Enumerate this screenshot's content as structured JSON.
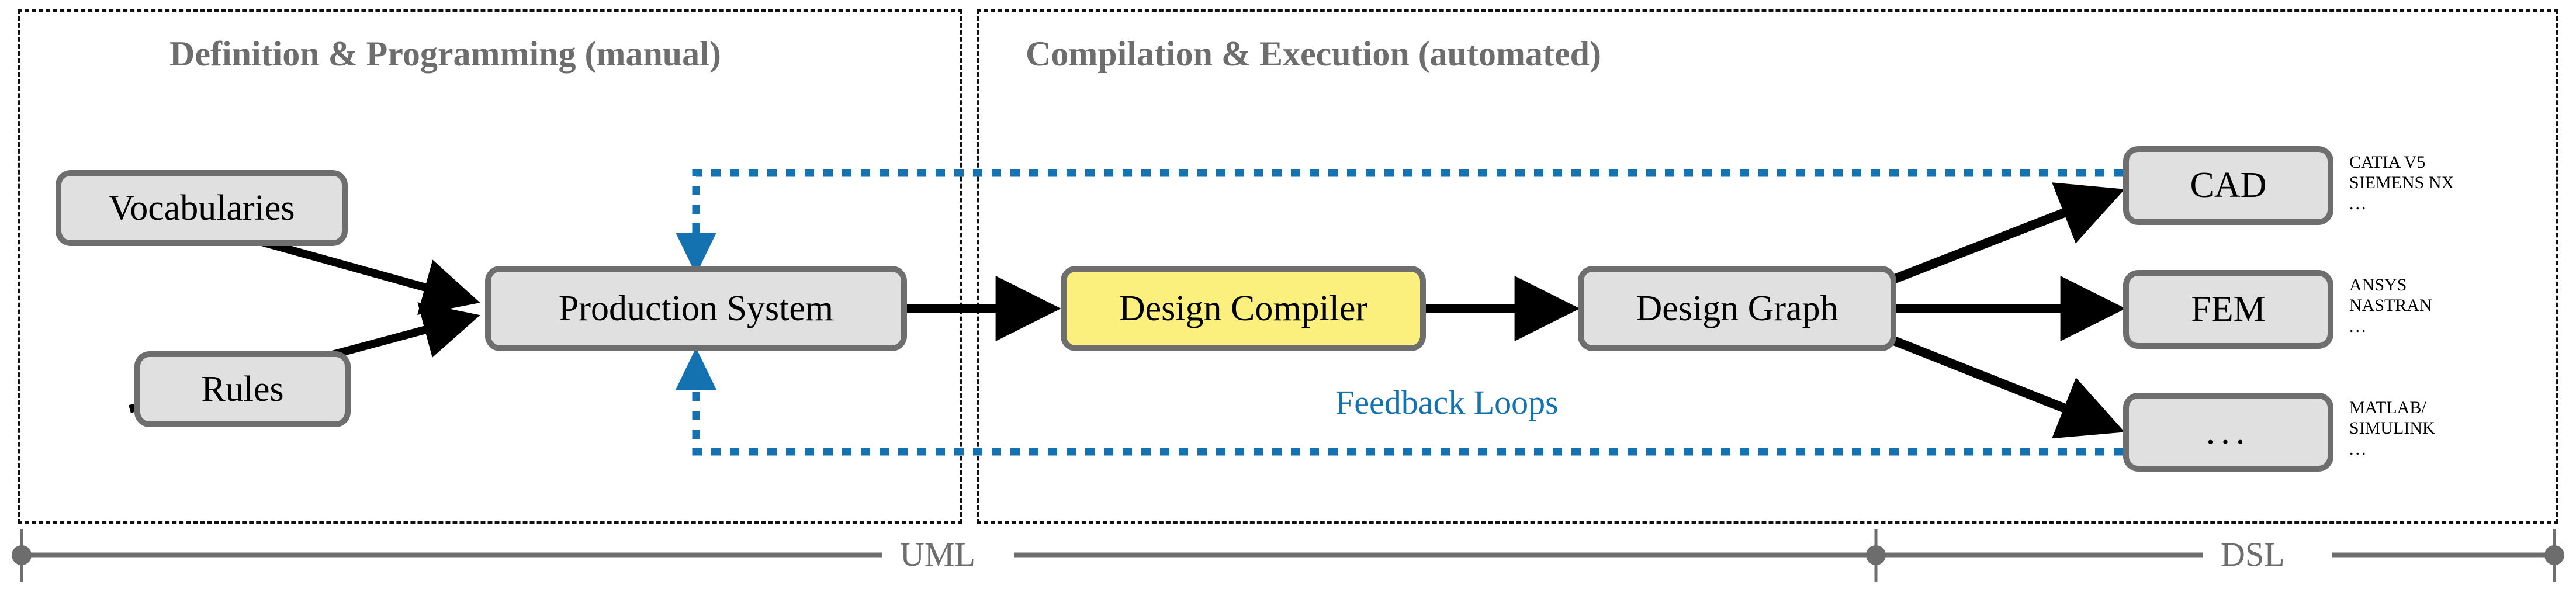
{
  "diagram": {
    "phases": [
      {
        "id": "definition",
        "title": "Definition & Programming (manual)"
      },
      {
        "id": "compilation",
        "title": "Compilation & Execution (automated)"
      }
    ],
    "nodes": [
      {
        "id": "vocabularies",
        "label": "Vocabularies"
      },
      {
        "id": "rules",
        "label": "Rules"
      },
      {
        "id": "production_system",
        "label": "Production System"
      },
      {
        "id": "design_compiler",
        "label": "Design Compiler"
      },
      {
        "id": "design_graph",
        "label": "Design Graph"
      },
      {
        "id": "cad",
        "label": "CAD"
      },
      {
        "id": "fem",
        "label": "FEM"
      },
      {
        "id": "other",
        "label": "..."
      }
    ],
    "annotations": [
      {
        "id": "cad-tools",
        "line1": "CATIA V5",
        "line2": "SIEMENS NX",
        "line3": "..."
      },
      {
        "id": "fem-tools",
        "line1": "ANSYS",
        "line2": "NASTRAN",
        "line3": "..."
      },
      {
        "id": "other-tools",
        "line1": "MATLAB/",
        "line2": "SIMULINK",
        "line3": "..."
      }
    ],
    "feedback_label": "Feedback Loops",
    "scale": {
      "left_label": "UML",
      "right_label": "DSL"
    },
    "colors": {
      "node_fill": "#e0e0e0",
      "node_fill_highlight": "#fbef7e",
      "node_border": "#6e6e6e",
      "phase_border": "#111111",
      "phase_title": "#6d6d6d",
      "feedback": "#1572b0",
      "arrow": "#000000",
      "scale": "#6d6d6d"
    }
  }
}
